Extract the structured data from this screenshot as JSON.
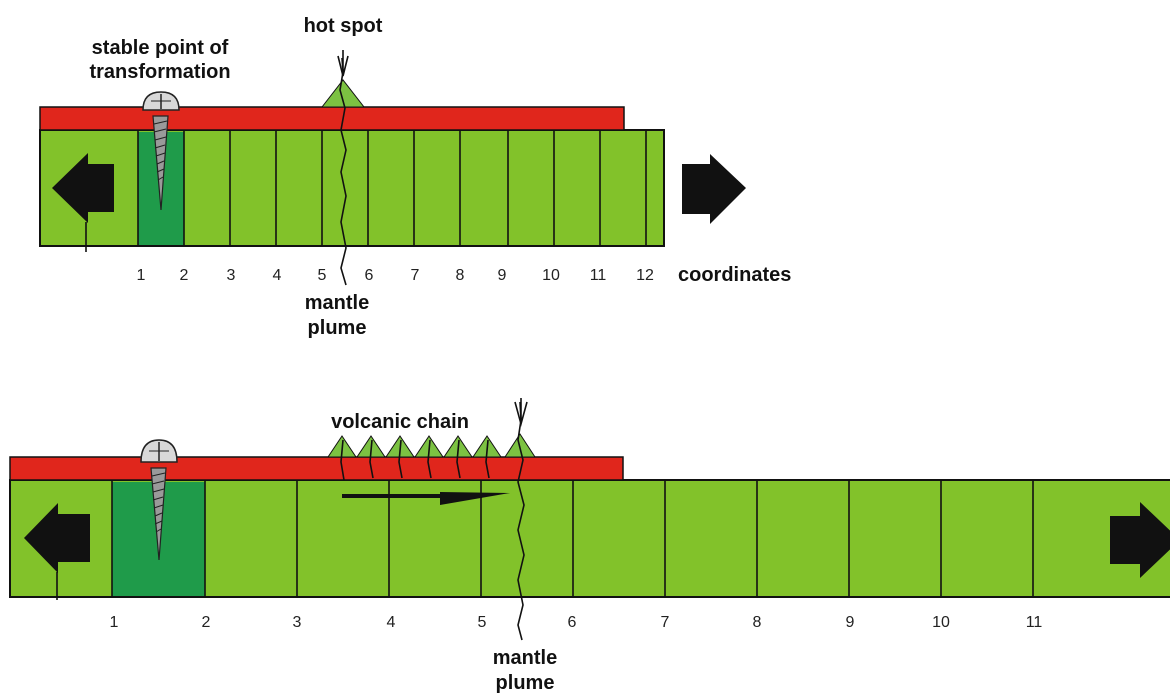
{
  "colors": {
    "plate": "#e0261c",
    "mantle": "#82c22a",
    "anchor_cell": "#1f9b4a",
    "arrow": "#111111",
    "volcano": "#7cc242"
  },
  "top_panel": {
    "labels": {
      "stable_point_line1": "stable point of",
      "stable_point_line2": "transformation",
      "hot_spot": "hot spot",
      "coordinates": "coordinates",
      "mantle": "mantle",
      "plume": "plume"
    },
    "ticks": [
      "1",
      "2",
      "3",
      "4",
      "5",
      "6",
      "7",
      "8",
      "9",
      "10",
      "11",
      "12"
    ]
  },
  "bottom_panel": {
    "labels": {
      "volcanic_chain": "volcanic chain",
      "mantle": "mantle",
      "plume": "plume"
    },
    "ticks": [
      "1",
      "2",
      "3",
      "4",
      "5",
      "6",
      "7",
      "8",
      "9",
      "10",
      "11"
    ]
  },
  "icons": {
    "screw": "screw-icon",
    "left_arrow": "arrow-left-icon",
    "right_arrow": "arrow-right-icon",
    "plume_line": "plume-line-icon"
  }
}
